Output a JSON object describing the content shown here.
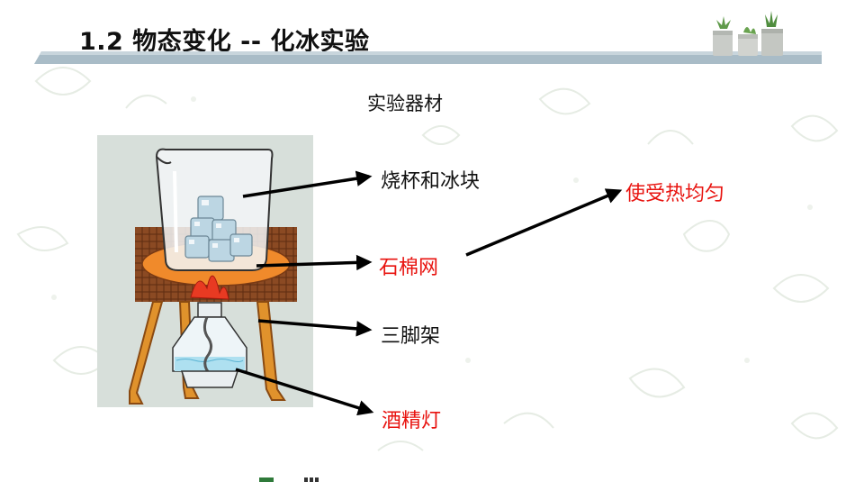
{
  "title": "1.2 物态变化 -- 化冰实验",
  "subtitle": "实验器材",
  "labels": {
    "beaker": "烧杯和冰块",
    "gauze": "石棉网",
    "tripod": "三脚架",
    "lamp": "酒精灯",
    "purpose": "使受热均匀"
  },
  "colors": {
    "highlight": "#e8130f",
    "text": "#111111",
    "title_bar": "#9fb3bf",
    "illustration_bg": "#d7dfda",
    "tripod": "#e0922c",
    "gauze": "#8b4a23"
  },
  "icons": [
    "potted-succulents-icon",
    "leaf-pattern-icon"
  ]
}
